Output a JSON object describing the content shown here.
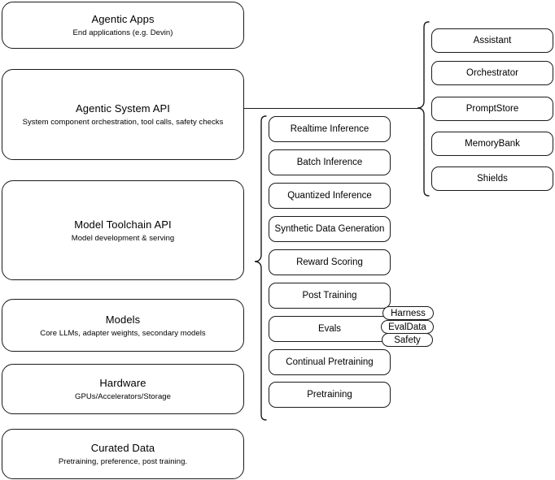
{
  "diagram": {
    "title": "Agentic stack layer diagram",
    "stroke_color": "#1a1a1a",
    "background_color": "#ffffff"
  },
  "layers": [
    {
      "id": "agentic-apps",
      "title": "Agentic Apps",
      "subtitle": "End applications (e.g. Devin)"
    },
    {
      "id": "agentic-system-api",
      "title": "Agentic System API",
      "subtitle": "System component orchestration, tool calls, safety checks"
    },
    {
      "id": "model-toolchain-api",
      "title": "Model Toolchain API",
      "subtitle": "Model development & serving"
    },
    {
      "id": "models",
      "title": "Models",
      "subtitle": "Core LLMs, adapter weights, secondary models"
    },
    {
      "id": "hardware",
      "title": "Hardware",
      "subtitle": "GPUs/Accelerators/Storage"
    },
    {
      "id": "curated-data",
      "title": "Curated Data",
      "subtitle": "Pretraining, preference, post training."
    }
  ],
  "toolchain_items": [
    {
      "id": "realtime-inference",
      "label": "Realtime Inference"
    },
    {
      "id": "batch-inference",
      "label": "Batch Inference"
    },
    {
      "id": "quantized-inference",
      "label": "Quantized Inference"
    },
    {
      "id": "synthetic-data-generation",
      "label": "Synthetic Data Generation"
    },
    {
      "id": "reward-scoring",
      "label": "Reward Scoring"
    },
    {
      "id": "post-training",
      "label": "Post Training"
    },
    {
      "id": "evals",
      "label": "Evals"
    },
    {
      "id": "continual-pretraining",
      "label": "Continual Pretraining"
    },
    {
      "id": "pretraining",
      "label": "Pretraining"
    }
  ],
  "evals_tags": [
    {
      "id": "harness",
      "label": "Harness"
    },
    {
      "id": "evaldata",
      "label": "EvalData"
    },
    {
      "id": "safety",
      "label": "Safety"
    }
  ],
  "system_items": [
    {
      "id": "assistant",
      "label": "Assistant"
    },
    {
      "id": "orchestrator",
      "label": "Orchestrator"
    },
    {
      "id": "promptstore",
      "label": "PromptStore"
    },
    {
      "id": "memorybank",
      "label": "MemoryBank"
    },
    {
      "id": "shields",
      "label": "Shields"
    }
  ]
}
